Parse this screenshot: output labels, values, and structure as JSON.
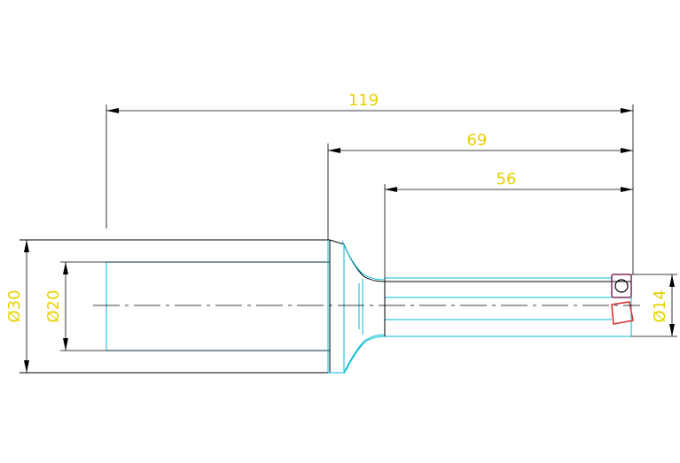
{
  "colors": {
    "background": "#ffffff",
    "outline": "#000000",
    "hidden_edge": "#00bcd4",
    "dimension_line": "#000000",
    "dimension_text": "#e6d200",
    "insert_top": "#7a2a5c",
    "insert_bottom": "#d62b2b"
  },
  "dimensions": {
    "overall_length": "119",
    "body_length": "69",
    "flute_length": "56",
    "shank_diameter": "Ø30",
    "bore_diameter": "Ø20",
    "cutting_diameter": "Ø14"
  }
}
